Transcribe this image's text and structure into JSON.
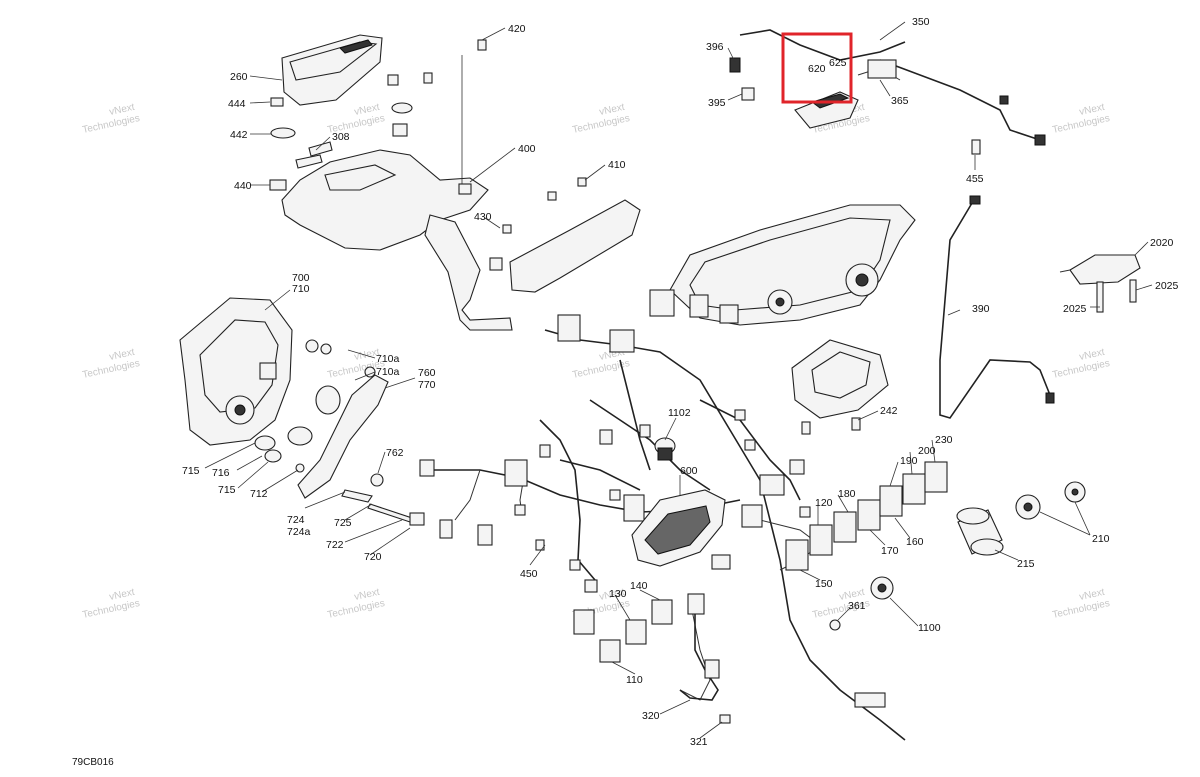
{
  "diagram_code": "79CB016",
  "highlight_color": "#e0242a",
  "watermark": {
    "line1": "vNext",
    "line2": "Technologies"
  },
  "labels": {
    "l420": "420",
    "l260": "260",
    "l444": "444",
    "l442": "442",
    "l308": "308",
    "l440": "440",
    "l400": "400",
    "l410": "410",
    "l430": "430",
    "l396": "396",
    "l395": "395",
    "l620": "620",
    "l625": "625",
    "l350": "350",
    "l365": "365",
    "l455": "455",
    "l700": "700",
    "l710": "710",
    "l710a_1": "710a",
    "l710a_2": "710a",
    "l760": "760",
    "l770": "770",
    "l715_1": "715",
    "l716": "716",
    "l715_2": "715",
    "l712": "712",
    "l762": "762",
    "l724": "724",
    "l724a": "724a",
    "l725": "725",
    "l722": "722",
    "l720": "720",
    "l390": "390",
    "l2020": "2020",
    "l2025_1": "2025",
    "l2025_2": "2025",
    "l242": "242",
    "l1102": "1102",
    "l600": "600",
    "l450": "450",
    "l230": "230",
    "l200": "200",
    "l190": "190",
    "l180": "180",
    "l120": "120",
    "l170": "170",
    "l160": "160",
    "l150": "150",
    "l210": "210",
    "l215": "215",
    "l140": "140",
    "l130": "130",
    "l361": "361",
    "l1100": "1100",
    "l110": "110",
    "l320": "320",
    "l321": "321"
  }
}
